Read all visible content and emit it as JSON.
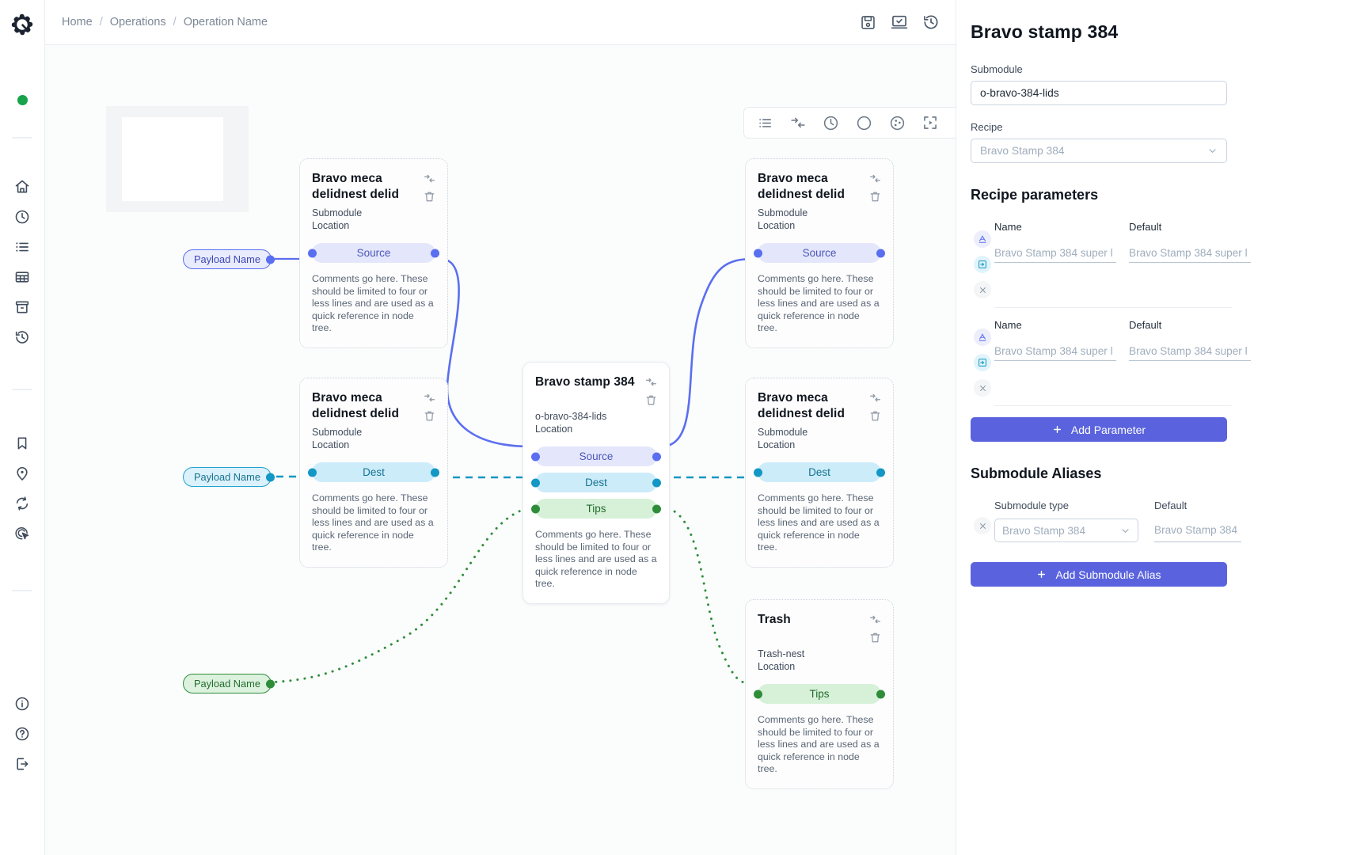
{
  "breadcrumb": {
    "items": [
      "Home",
      "Operations",
      "Operation Name"
    ],
    "separator": "/"
  },
  "topbar_actions": [
    {
      "name": "save-icon",
      "label": "Save"
    },
    {
      "name": "validate-icon",
      "label": "Validate"
    },
    {
      "name": "history-icon",
      "label": "History"
    }
  ],
  "rail": {
    "logo": "gear-logo",
    "status": "online",
    "items": [
      {
        "name": "home-icon",
        "label": "Home"
      },
      {
        "name": "clock-icon",
        "label": "Recent"
      },
      {
        "name": "list-icon",
        "label": "Lists"
      },
      {
        "name": "grid-icon",
        "label": "Grid"
      },
      {
        "name": "archive-icon",
        "label": "Archive"
      },
      {
        "name": "history-icon",
        "label": "History"
      },
      {
        "name": "bookmark-icon",
        "label": "Bookmarks"
      },
      {
        "name": "location-pin-icon",
        "label": "Locations"
      },
      {
        "name": "sync-icon",
        "label": "Sync"
      },
      {
        "name": "target-cursor-icon",
        "label": "Select"
      },
      {
        "name": "info-icon",
        "label": "Info"
      },
      {
        "name": "help-icon",
        "label": "Help"
      },
      {
        "name": "logout-icon",
        "label": "Log out"
      }
    ]
  },
  "toolbar": {
    "items": [
      {
        "name": "list-view-icon",
        "label": "List view"
      },
      {
        "name": "collapse-arrows-icon",
        "label": "Collapse"
      },
      {
        "name": "clock-icon",
        "label": "Timing"
      },
      {
        "name": "circle-icon",
        "label": "Circle"
      },
      {
        "name": "scatter-icon",
        "label": "Distribution"
      },
      {
        "name": "fit-view-icon",
        "label": "Fit to view"
      },
      {
        "name": "expand-icon",
        "label": "Expand"
      }
    ]
  },
  "canvas": {
    "node_icons": [
      {
        "name": "collapse-arrows-icon",
        "label": "Collapse node"
      },
      {
        "name": "trash-icon",
        "label": "Delete node"
      }
    ],
    "comment": "Comments go here. These should be limited to four or less lines and are used as a quick reference in node tree.",
    "pills": [
      {
        "name": "payload-pill-source",
        "label": "Payload Name",
        "color": "blue"
      },
      {
        "name": "payload-pill-dest",
        "label": "Payload Name",
        "color": "cyan"
      },
      {
        "name": "payload-pill-tips",
        "label": "Payload Name",
        "color": "green"
      }
    ],
    "nodes": [
      {
        "id": "left-top",
        "title": "Bravo meca delidnest delid",
        "sub1": "Submodule",
        "sub2": "Location",
        "ports": [
          {
            "label": "Source",
            "kind": "source"
          }
        ]
      },
      {
        "id": "left-bottom",
        "title": "Bravo meca delidnest delid",
        "sub1": "Submodule",
        "sub2": "Location",
        "ports": [
          {
            "label": "Dest",
            "kind": "dest"
          }
        ]
      },
      {
        "id": "center",
        "title": "Bravo stamp 384",
        "sub1": "o-bravo-384-lids",
        "sub2": "Location",
        "ports": [
          {
            "label": "Source",
            "kind": "source"
          },
          {
            "label": "Dest",
            "kind": "dest"
          },
          {
            "label": "Tips",
            "kind": "tips"
          }
        ]
      },
      {
        "id": "right-top",
        "title": "Bravo meca delidnest delid",
        "sub1": "Submodule",
        "sub2": "Location",
        "ports": [
          {
            "label": "Source",
            "kind": "source"
          }
        ]
      },
      {
        "id": "right-bottom",
        "title": "Bravo meca delidnest delid",
        "sub1": "Submodule",
        "sub2": "Location",
        "ports": [
          {
            "label": "Dest",
            "kind": "dest"
          }
        ]
      },
      {
        "id": "trash",
        "title": "Trash",
        "sub1": "Trash-nest",
        "sub2": "Location",
        "ports": [
          {
            "label": "Tips",
            "kind": "tips"
          }
        ]
      }
    ]
  },
  "panel": {
    "title": "Bravo stamp 384",
    "submodule": {
      "label": "Submodule",
      "value": "o-bravo-384-lids"
    },
    "recipe": {
      "label": "Recipe",
      "value": "Bravo Stamp 384"
    },
    "recipe_parameters": {
      "heading": "Recipe parameters",
      "columns": {
        "name": "Name",
        "default": "Default"
      },
      "rows": [
        {
          "name_value": "Bravo Stamp 384 super l",
          "default_value": "Bravo Stamp 384 super l"
        },
        {
          "name_value": "Bravo Stamp 384 super l",
          "default_value": "Bravo Stamp 384 super l"
        }
      ],
      "row_icons": [
        {
          "name": "text-type-icon",
          "label": "Text parameter"
        },
        {
          "name": "import-icon",
          "label": "Import value"
        },
        {
          "name": "remove-icon",
          "label": "Remove parameter"
        }
      ],
      "add_button": "Add Parameter"
    },
    "submodule_aliases": {
      "heading": "Submodule Aliases",
      "columns": {
        "type": "Submodule type",
        "default": "Default"
      },
      "rows": [
        {
          "type_value": "Bravo Stamp 384",
          "default_value": "Bravo Stamp 384"
        }
      ],
      "remove_icon": {
        "name": "remove-icon",
        "label": "Remove alias"
      },
      "add_button": "Add Submodule Alias"
    }
  },
  "colors": {
    "accent_indigo": "#5a63dd",
    "edge_blue": "#5a6ff0",
    "edge_cyan": "#1397c4",
    "edge_green": "#2f8d3a",
    "status_green": "#16a34a"
  }
}
